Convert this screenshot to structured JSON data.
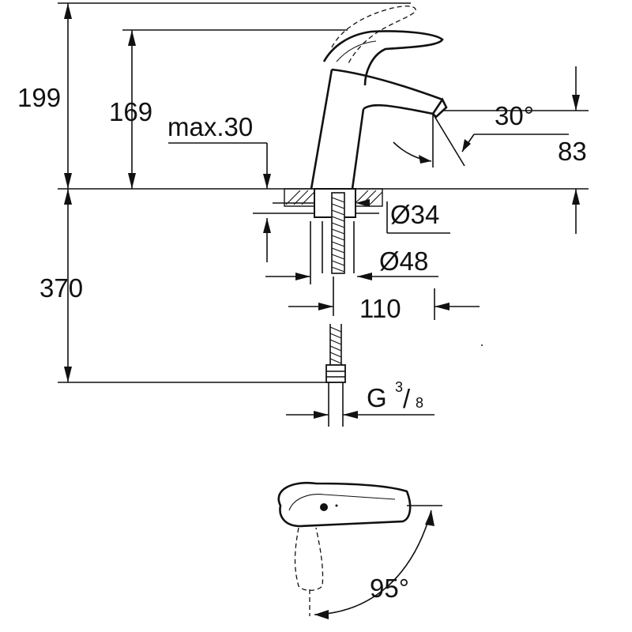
{
  "drawing": {
    "dimensions": {
      "overall_height": "199",
      "spout_height": "169",
      "max_thickness": "max.30",
      "spout_angle": "30°",
      "spout_clearance": "83",
      "hole_diameter": "Ø34",
      "base_diameter": "Ø48",
      "spout_reach": "110",
      "hose_length": "370",
      "thread_main": "G",
      "thread_num": "3",
      "thread_den": "8",
      "rotation_angle": "95°"
    },
    "colors": {
      "line": "#111111",
      "background": "#ffffff"
    }
  }
}
